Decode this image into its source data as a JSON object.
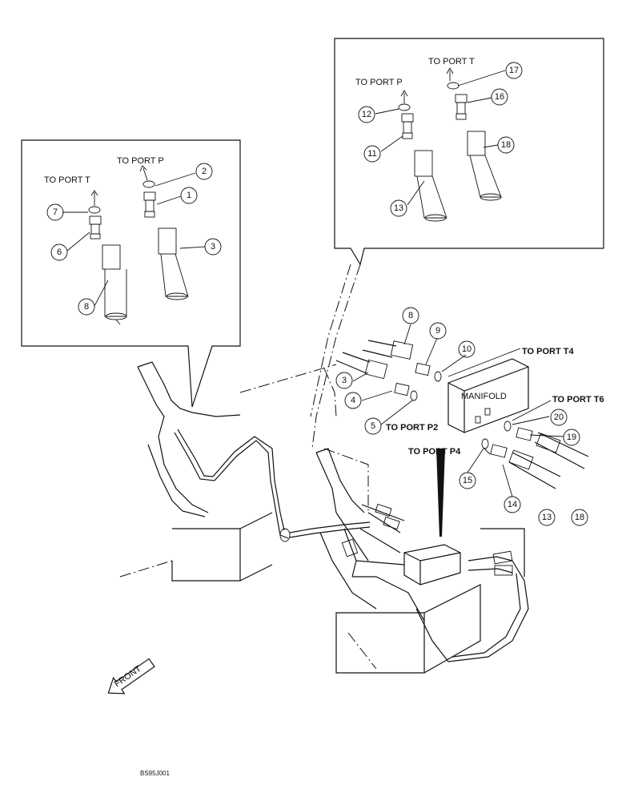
{
  "labels": {
    "to_port_t_left": "TO PORT T",
    "to_port_p_left": "TO PORT P",
    "to_port_t_right": "TO PORT T",
    "to_port_p_right": "TO PORT P",
    "to_port_t4": "TO PORT T4",
    "to_port_t6": "TO PORT T6",
    "to_port_p2": "TO PORT P2",
    "to_port_p4": "TO PORT P4",
    "manifold": "MANIFOLD",
    "front": "FRONT",
    "figure_code": "BS95J001"
  },
  "callouts": {
    "c1": "1",
    "c2": "2",
    "c3": "3",
    "c6": "6",
    "c7": "7",
    "c8": "8",
    "c11": "11",
    "c12": "12",
    "c13": "13",
    "c16": "16",
    "c17": "17",
    "c18": "18",
    "m8": "8",
    "m9": "9",
    "m10": "10",
    "m3": "3",
    "m4": "4",
    "m5": "5",
    "m20": "20",
    "m19": "19",
    "m15": "15",
    "m14": "14",
    "m13": "13",
    "m18": "18"
  }
}
